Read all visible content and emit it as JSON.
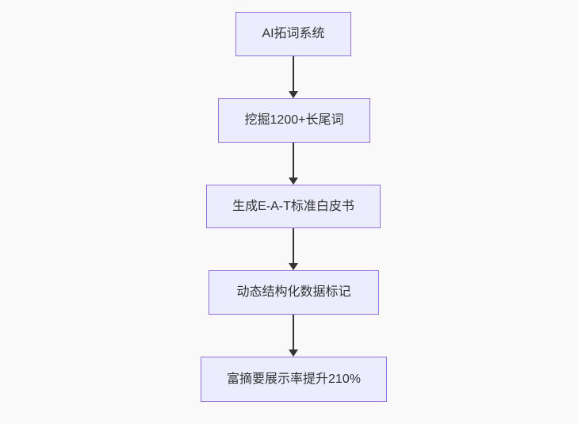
{
  "diagram": {
    "type": "flowchart",
    "direction": "top-down",
    "colors": {
      "background": "#f9f9f9",
      "node_fill": "#ECECFF",
      "node_border": "#9370DB",
      "text": "#333333",
      "arrow": "#333333"
    },
    "nodes": [
      {
        "id": "n1",
        "label": "AI拓词系统"
      },
      {
        "id": "n2",
        "label": "挖掘1200+长尾词"
      },
      {
        "id": "n3",
        "label": "生成E-A-T标准白皮书"
      },
      {
        "id": "n4",
        "label": "动态结构化数据标记"
      },
      {
        "id": "n5",
        "label": "富摘要展示率提升210%"
      }
    ],
    "edges": [
      {
        "from": "n1",
        "to": "n2"
      },
      {
        "from": "n2",
        "to": "n3"
      },
      {
        "from": "n3",
        "to": "n4"
      },
      {
        "from": "n4",
        "to": "n5"
      }
    ]
  }
}
